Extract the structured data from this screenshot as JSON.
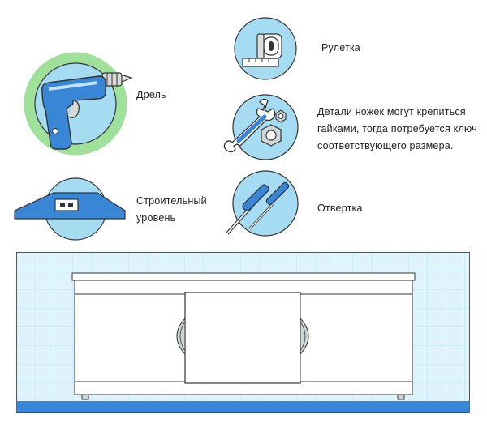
{
  "tools": {
    "drill": {
      "label": "Дрель",
      "icon": "drill-icon"
    },
    "tape": {
      "label": "Рулетка",
      "icon": "tape-measure-icon"
    },
    "wrench": {
      "label_lines": [
        "Детали  ножек  могут крепиться",
        "гайками, тогда потребуется ключ",
        "соответствующего размера."
      ],
      "icon": "wrench-and-nuts-icon"
    },
    "level": {
      "label_lines": [
        "Строительный",
        "уровень"
      ],
      "icon": "spirit-level-icon"
    },
    "screwdriver": {
      "label": "Отвертка",
      "icon": "screwdrivers-icon"
    }
  },
  "colors": {
    "circle_fill": "#a6dcf2",
    "outline": "#333333",
    "tool_blue": "#3a86d6",
    "drill_ring": "#9fe09a",
    "tile_bg": "#dff3fc",
    "floor": "#3a86d6"
  },
  "scene": {
    "icon": "bath-screen-panel-illustration"
  }
}
